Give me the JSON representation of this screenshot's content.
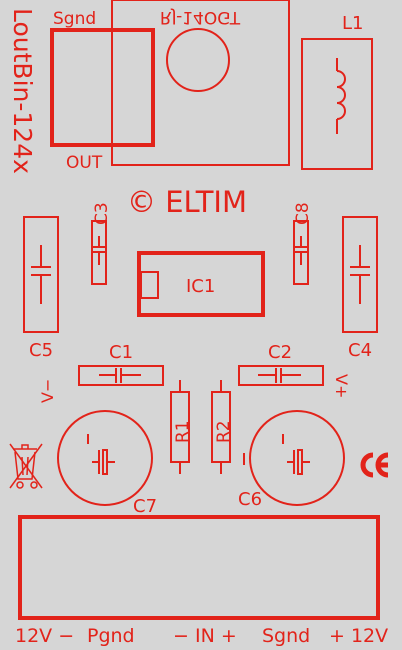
{
  "board": {
    "title": "LoutBin-124x",
    "copyright": "© ELTIM",
    "connector": "RJ-14OGT",
    "sgnd_top": "Sgnd",
    "out": "OUT",
    "bottom": {
      "v12_left": "12V −",
      "pgnd": "Pgnd",
      "in": "− IN +",
      "sgnd": "Sgnd",
      "v12_right": "+ 12V"
    }
  },
  "components": {
    "c1": "C1",
    "c2": "C2",
    "c3": "C3",
    "c4": "C4",
    "c5": "C5",
    "c6": "C6",
    "c7": "C7",
    "c8": "C8",
    "ic1": "IC1",
    "l1": "L1",
    "r1": "R1",
    "r2": "R2",
    "vminus": "V−",
    "vplus": "V+"
  },
  "icons": [
    "weee-bin-icon",
    "ce-mark-icon"
  ],
  "colors": {
    "silkscreen": "#e2231a",
    "board": "#d6d6d6"
  }
}
